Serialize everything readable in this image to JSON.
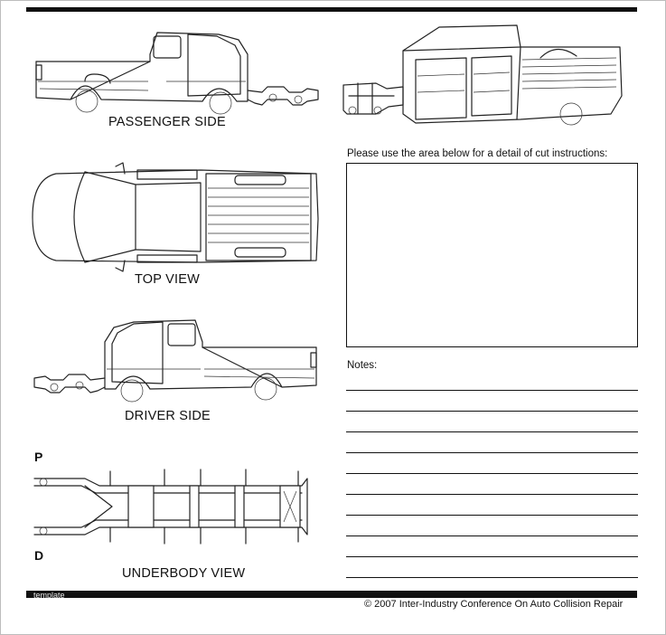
{
  "views": {
    "passenger_side": "PASSENGER SIDE",
    "top_view": "TOP VIEW",
    "driver_side": "DRIVER SIDE",
    "underbody_view": "UNDERBODY VIEW"
  },
  "underbody_markers": {
    "top": "P",
    "bottom": "D"
  },
  "cut_instructions_caption": "Please use the area below for a detail of cut instructions:",
  "notes_label": "Notes:",
  "footer": {
    "copyright": "© 2007 Inter-Industry Conference On Auto Collision Repair",
    "watermark": "template"
  },
  "icons": [
    "passenger-side-truck-icon",
    "isometric-truck-icon",
    "top-view-truck-icon",
    "driver-side-truck-icon",
    "underbody-frame-icon"
  ]
}
